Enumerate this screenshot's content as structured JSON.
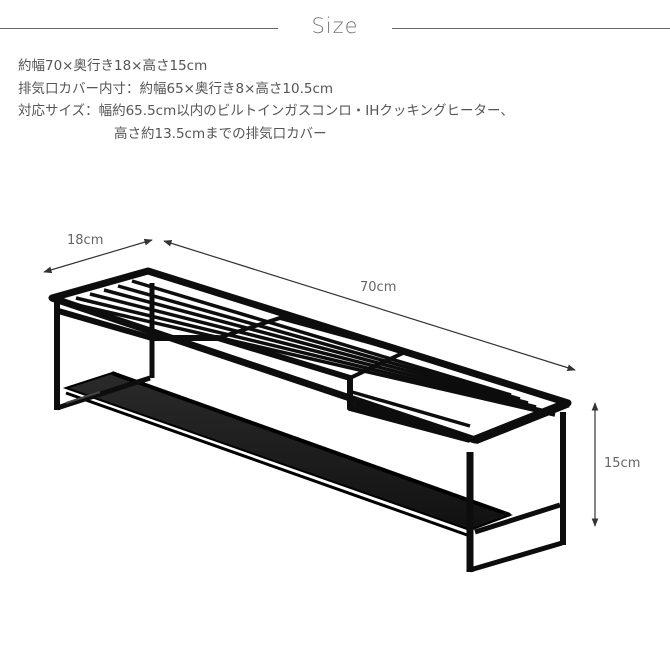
{
  "header": {
    "title": "Size"
  },
  "specs": [
    {
      "text": "約幅70×奥行き18×高さ15cm"
    },
    {
      "text": "排気口カバー内寸：約幅65×奥行き8×高さ10.5cm"
    },
    {
      "text": "対応サイズ：幅約65.5cm以内のビルトインガスコンロ・IHクッキングヒーター、"
    },
    {
      "text": "高さ約13.5cmまでの排気口カバー"
    }
  ],
  "dimensions": {
    "depth": {
      "label": "18cm",
      "value": 18,
      "unit": "cm"
    },
    "width": {
      "label": "70cm",
      "value": 70,
      "unit": "cm"
    },
    "height": {
      "label": "15cm",
      "value": 15,
      "unit": "cm"
    }
  },
  "product": {
    "description": "Black steel stove-top exhaust vent cover rack",
    "color": "#111111"
  },
  "colors": {
    "text": "#555555",
    "rule": "#666666",
    "arrow": "#333333",
    "metal": "#0d0d0d"
  }
}
